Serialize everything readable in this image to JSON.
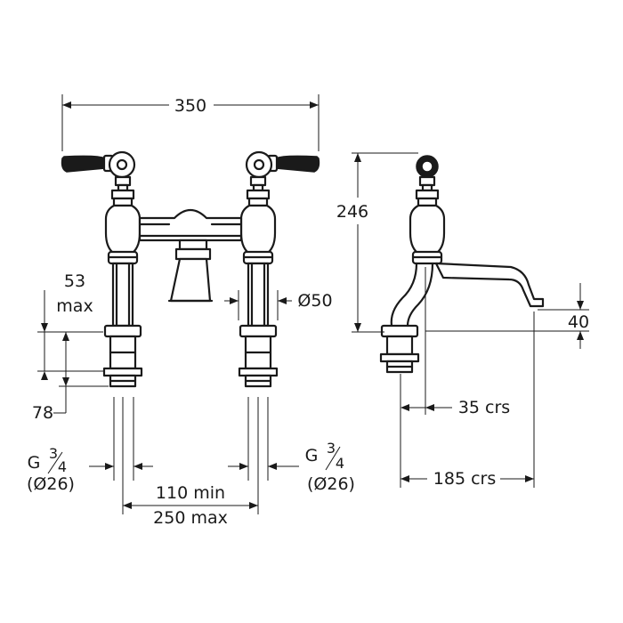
{
  "dimensions": {
    "overall_width": "350",
    "height": "246",
    "tail_height_top": "53",
    "tail_height_bottom": "max",
    "tail_length": "78",
    "pipe_diameter": "Ø50",
    "spout_height": "40",
    "thread_left_g": "G",
    "thread_left_frac_num": "3",
    "thread_left_frac_den": "4",
    "thread_left_dia": "(Ø26)",
    "thread_right_g": "G",
    "thread_right_frac_num": "3",
    "thread_right_frac_den": "4",
    "thread_right_dia": "(Ø26)",
    "centres_min": "110 min",
    "centres_max": "250 max",
    "offset_centres": "35 crs",
    "spout_centres": "185 crs"
  },
  "colors": {
    "line": "#1a1a1a",
    "background": "#ffffff"
  }
}
